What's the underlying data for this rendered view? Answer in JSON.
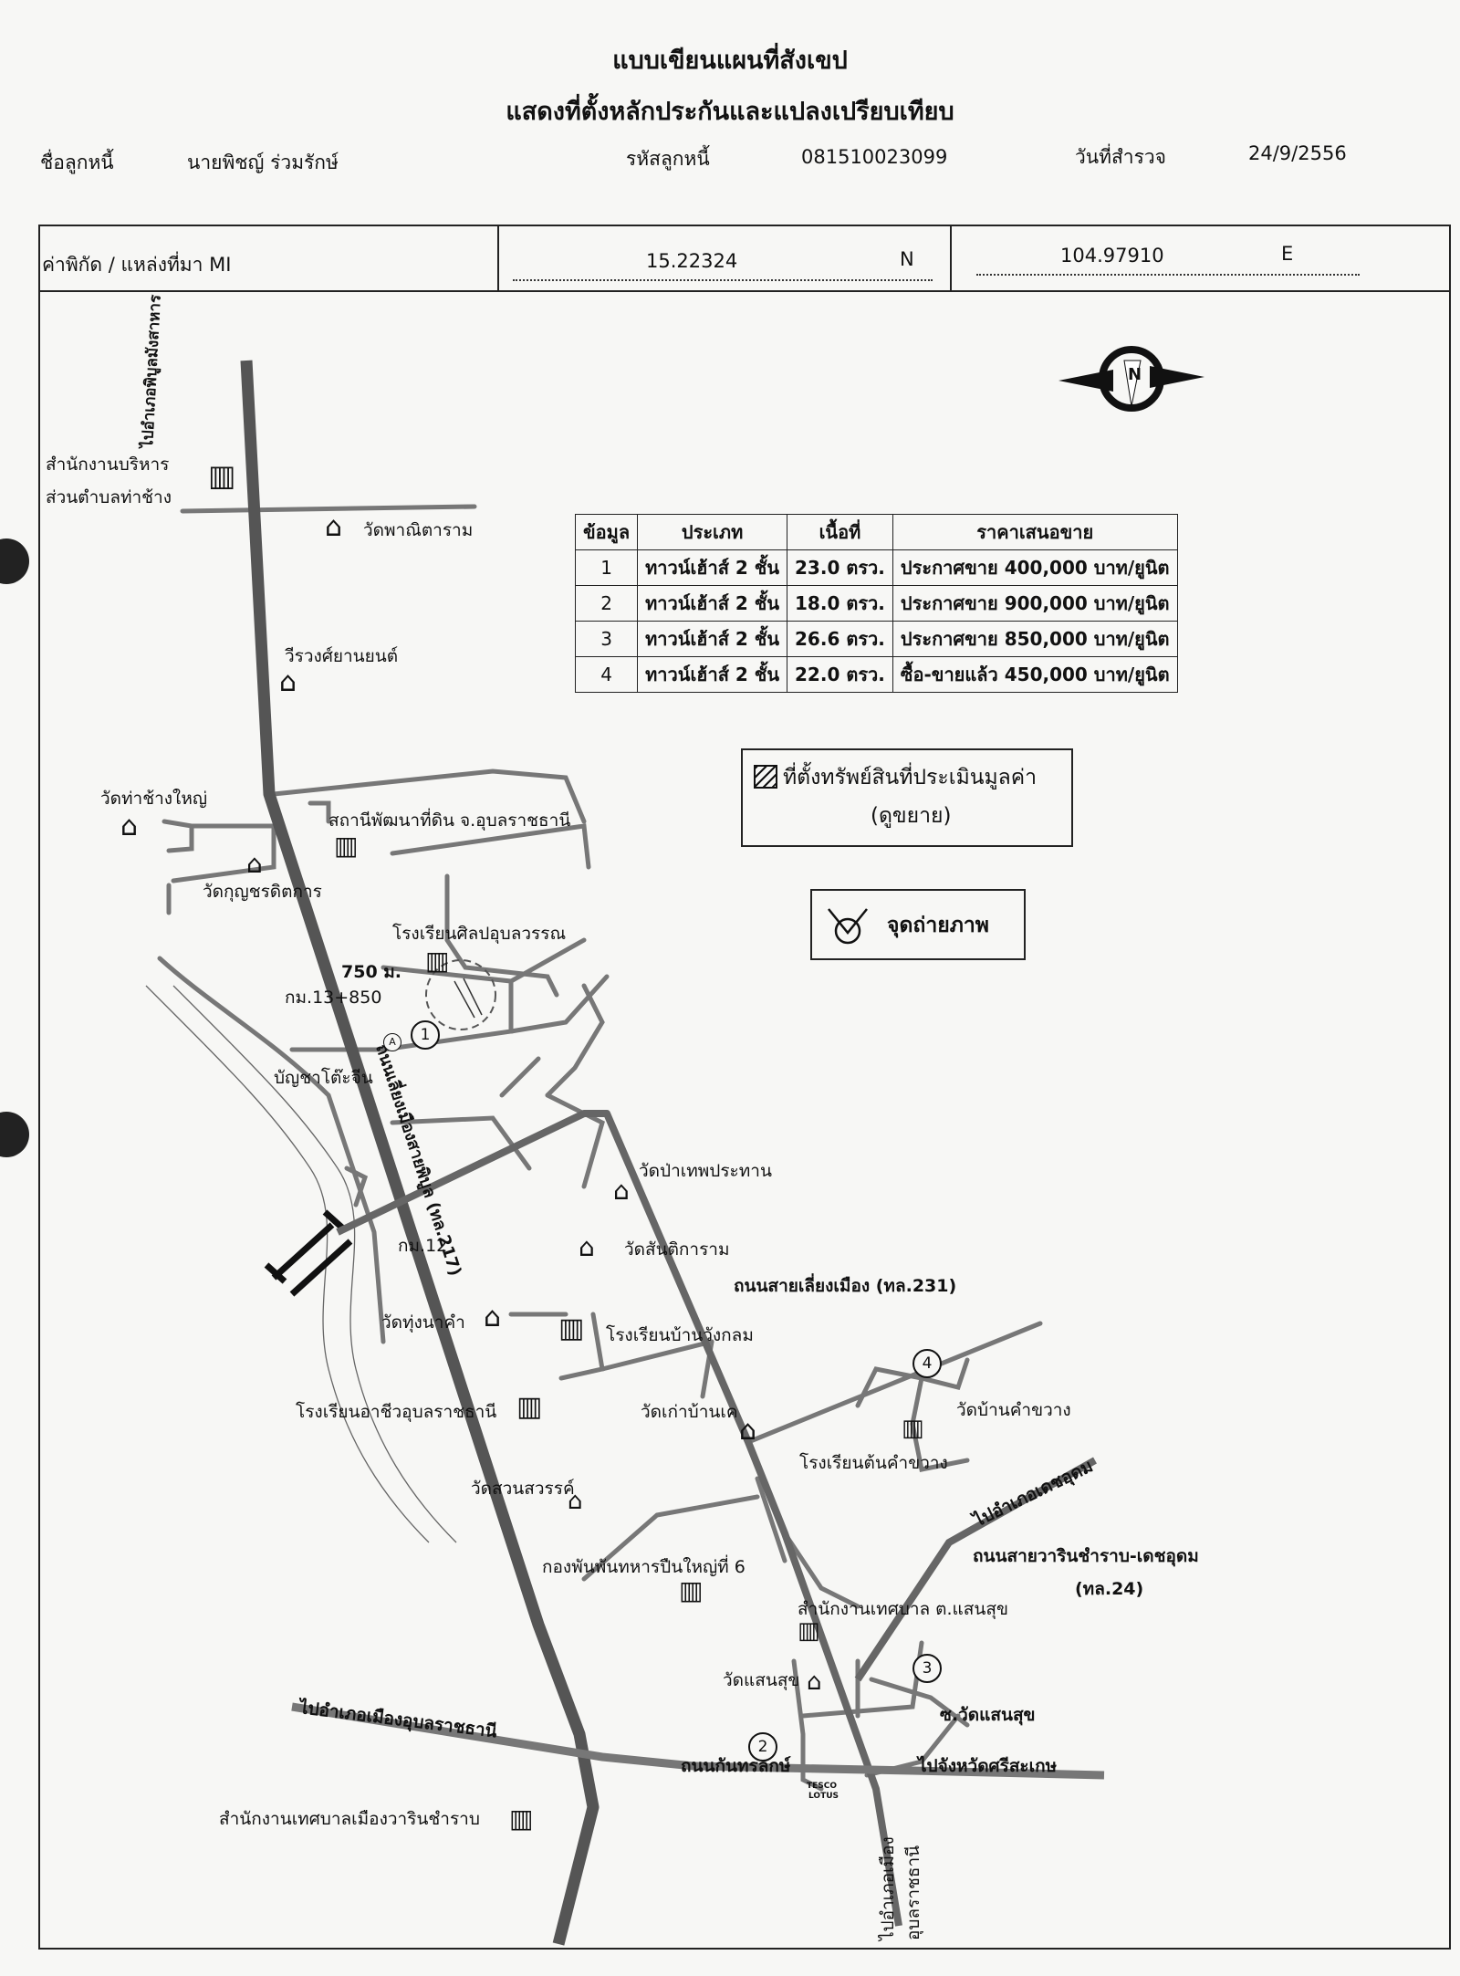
{
  "header": {
    "title_line1": "แบบเขียนแผนที่สังเขป",
    "title_line2": "แสดงที่ตั้งหลักประกันและแปลงเปรียบเทียบ",
    "debtor_name_label": "ชื่อลูกหนี้",
    "debtor_name": "นายพิชญ์ ร่วมรักษ์",
    "debtor_code_label": "รหัสลูกหนี้",
    "debtor_code": "081510023099",
    "survey_date_label": "วันที่สำรวจ",
    "survey_date": "24/9/2556"
  },
  "coordinates": {
    "label": "ค่าพิกัด / แหล่งที่มา  MI",
    "latitude": "15.22324",
    "lat_dir": "N",
    "longitude": "104.97910",
    "lon_dir": "E"
  },
  "compass": {
    "north_letter": "N",
    "icon": "compass-rose-icon"
  },
  "comparison_table": {
    "headers": [
      "ข้อมูล",
      "ประเภท",
      "เนื้อที่",
      "ราคาเสนอขาย"
    ],
    "rows": [
      [
        "1",
        "ทาวน์เฮ้าส์ 2 ชั้น",
        "23.0 ตรว.",
        "ประกาศขาย 400,000 บาท/ยูนิต"
      ],
      [
        "2",
        "ทาวน์เฮ้าส์ 2 ชั้น",
        "18.0 ตรว.",
        "ประกาศขาย 900,000 บาท/ยูนิต"
      ],
      [
        "3",
        "ทาวน์เฮ้าส์ 2 ชั้น",
        "26.6 ตรว.",
        "ประกาศขาย 850,000 บาท/ยูนิต"
      ],
      [
        "4",
        "ทาวน์เฮ้าส์ 2 ชั้น",
        "22.0 ตรว.",
        "ซื้อ-ขายแล้ว 450,000 บาท/ยูนิต"
      ]
    ]
  },
  "legend": {
    "property_line1": "ที่ตั้งทรัพย์สินที่ประเมินมูลค่า",
    "property_line2": "(ดูขยาย)",
    "photo_point": "จุดถ่ายภาพ"
  },
  "map_labels": {
    "admin_office_1": "สำนักงานบริหาร",
    "admin_office_2": "ส่วนตำบลท่าช้าง",
    "road_north": "ไปอำเภอพิบูลมังสาหาร",
    "wat_phanitaram": "วัดพาณิตาราม",
    "weerawong": "วีรวงศ์ยานยนต์",
    "wat_tha_chang_yai": "วัดท่าช้างใหญ่",
    "land_dev_station": "สถานีพัฒนาที่ดิน จ.อุบลราชธานี",
    "wat_kunchorn": "วัดกุญชรดิตการ",
    "school_sinlapa": "โรงเรียนศิลปอุบลวรรณ",
    "dist_750": "750 ม.",
    "km_13": "กม.13+850",
    "banchaa": "บัญชาโต๊ะจีน",
    "highway_217": "ถนนเลี่ยงเมืองสายพิบูล (ทล.217)",
    "wat_pa_thep": "วัดป่าเทพประทาน",
    "km_12": "กม.12",
    "wat_santi": "วัดสันติการาม",
    "bypass_road": "ถนนสายเลี่ยงเมือง (ทล.231)",
    "wat_thung_na_kham": "วัดทุ่งนาคำ",
    "school_ban_wang": "โรงเรียนบ้านวังกลม",
    "wat_ban_kham_khwang": "วัดบ้านคำขวาง",
    "school_vocational": "โรงเรียนอาชีวอุบลราชธานี",
    "wat_kao_ban_khae": "วัดเก่าบ้านเค",
    "school_ton_kham": "โรงเรียนต้นคำขวาง",
    "wat_suan_sawan": "วัดสวนสวรรค์",
    "road_dech_udom": "ไปอำเภอเดชอุดม",
    "road_warin_dech": "ถนนสายวารินชำราบ-เดชอุดม",
    "road_24": "(ทล.24)",
    "army_battalion": "กองพันพันทหารปืนใหญ่ที่ 6",
    "municipal_saensuk": "สำนักงานเทศบาล ต.แสนสุข",
    "wat_saensuk": "วัดแสนสุข",
    "soi_wat_saensuk": "ซ.วัดแสนสุข",
    "road_ubon_city": "ไปอำเภอเมืองอุบลราชธานี",
    "road_kanthalak": "ถนนกันทรลักษ์",
    "road_sisaket": "ไปจังหวัดศรีสะเกษ",
    "tesco": "TESCO",
    "lotus": "LOTUS",
    "warin_municipal": "สำนักงานเทศบาลเมืองวารินชำราบ",
    "road_south_1": "ไปอำเภอเมือง",
    "road_south_2": "อุบลราชธานี"
  },
  "markers": {
    "m1": "1",
    "m2": "2",
    "m3": "3",
    "m4": "4",
    "mA": "A"
  }
}
